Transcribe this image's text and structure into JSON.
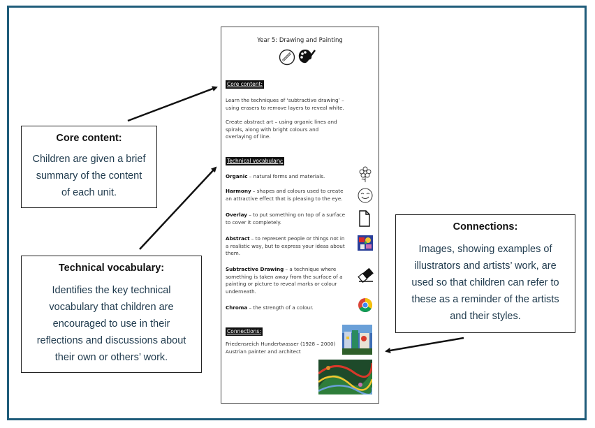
{
  "callouts": {
    "core": {
      "title": "Core content:",
      "lines": [
        "Children are given a brief",
        "summary of the content",
        "of each unit."
      ]
    },
    "vocab": {
      "title": "Technical vocabulary:",
      "lines": [
        "Identifies the key technical",
        "vocabulary that children are",
        "encouraged to use in their",
        "reflections and discussions about",
        "their own or others’ work."
      ]
    },
    "connections": {
      "title": "Connections:",
      "lines": [
        "Images, showing examples of",
        "illustrators and artists’ work, are",
        "used so that children can refer to",
        "these as a reminder of the artists",
        "and their styles."
      ]
    }
  },
  "sheet": {
    "title": "Year 5: Drawing and Painting",
    "core_heading": "Core content:",
    "core_p1": [
      "Learn the techniques of ‘subtractive drawing’ –",
      "using erasers to remove layers to reveal white."
    ],
    "core_p2": [
      "Create abstract art – using organic lines and",
      "spirals, along with bright colours and",
      "overlaying of line."
    ],
    "vocab_heading": "Technical vocabulary:",
    "vocab": [
      {
        "term": "Organic",
        "lines": [
          " – natural forms and materials."
        ],
        "icon": "flower-icon"
      },
      {
        "term": "Harmony",
        "lines": [
          " – shapes and colours used to create",
          "an attractive effect that is pleasing to the eye."
        ],
        "icon": "smiley-icon"
      },
      {
        "term": "Overlay",
        "lines": [
          " – to put something on top of a surface",
          "to cover it completely."
        ],
        "icon": "document-icon"
      },
      {
        "term": "Abstract",
        "lines": [
          " – to represent people or things not in",
          "a realistic way, but to express your ideas about",
          "them."
        ],
        "icon": "abstract-art-icon"
      },
      {
        "term": "Subtractive Drawing",
        "lines": [
          " – a technique where",
          "something is taken away from the surface of a",
          "painting or picture to reveal marks or colour",
          "underneath."
        ],
        "icon": "eraser-icon"
      },
      {
        "term": "Chroma",
        "lines": [
          " – the strength of a colour."
        ],
        "icon": "chroma-wheel-icon"
      }
    ],
    "connections_heading": "Connections:",
    "artist_line1": "Friedensreich Hundertwasser (1928 – 2000)",
    "artist_line2": "Austrian painter and architect"
  },
  "colors": {
    "frame_border": "#1f5c7a",
    "callout_text": "#1f3a4d"
  }
}
